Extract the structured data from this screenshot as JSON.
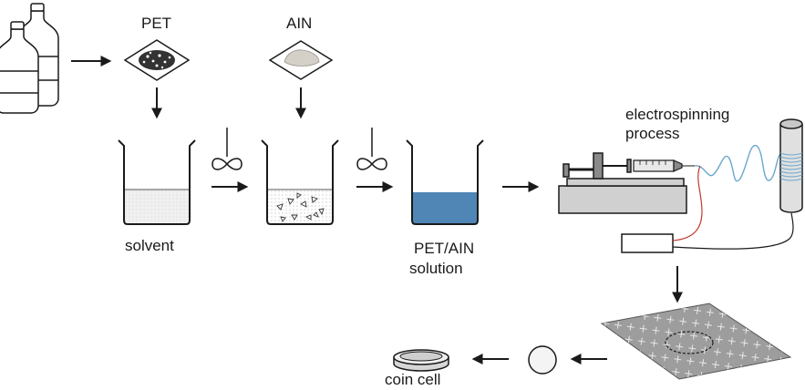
{
  "labels": {
    "pet": "PET",
    "ain": "AIN",
    "solvent": "solvent",
    "pet_ain_line1": "PET/AIN",
    "pet_ain_line2": "solution",
    "process_line1": "electrospinning",
    "process_line2": "process",
    "coin_cell": "coin cell"
  },
  "colors": {
    "outline": "#1a1a1a",
    "solvent_fill": "#e6e6e6",
    "solution_fill": "#4f86b5",
    "stage_fill": "#d0d0d0",
    "mat_fill": "#9d9d9d",
    "fiber_blue": "#6aa7cf",
    "wire_red": "#c0392b"
  },
  "icons": [
    "bottles-icon",
    "pet-flakes-icon",
    "ain-powder-icon",
    "stirrer-icon",
    "beaker-icon",
    "syringe-icon",
    "collector-drum-icon",
    "power-supply-icon",
    "fiber-mat-icon",
    "disc-icon",
    "coin-cell-icon"
  ]
}
